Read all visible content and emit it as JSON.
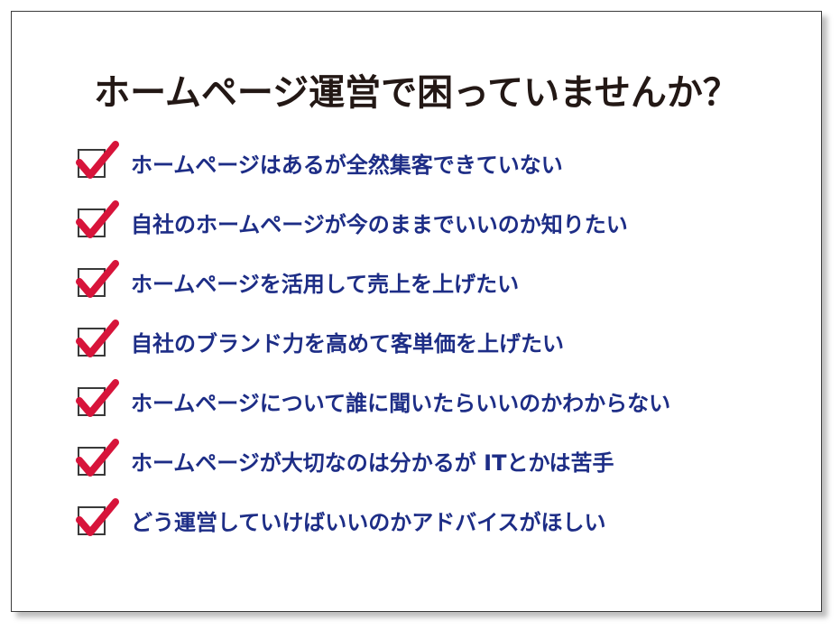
{
  "title": "ホームページ運営で困っていませんか？",
  "colors": {
    "title": "#231815",
    "item_text": "#1d2d86",
    "check_mark": "#d7143a",
    "box_border": "#3a3a3a"
  },
  "icons": {
    "check": "checkmark-icon",
    "box": "checkbox-icon"
  },
  "items": [
    {
      "label": "ホームページはあるが全然集客できていない"
    },
    {
      "label": "自社のホームページが今のままでいいのか知りたい"
    },
    {
      "label": "ホームページを活用して売上を上げたい"
    },
    {
      "label": "自社のブランド力を高めて客単価を上げたい"
    },
    {
      "label": "ホームページについて誰に聞いたらいいのかわからない"
    },
    {
      "label": "ホームページが大切なのは分かるが ITとかは苦手"
    },
    {
      "label": "どう運営していけばいいのかアドバイスがほしい"
    }
  ]
}
